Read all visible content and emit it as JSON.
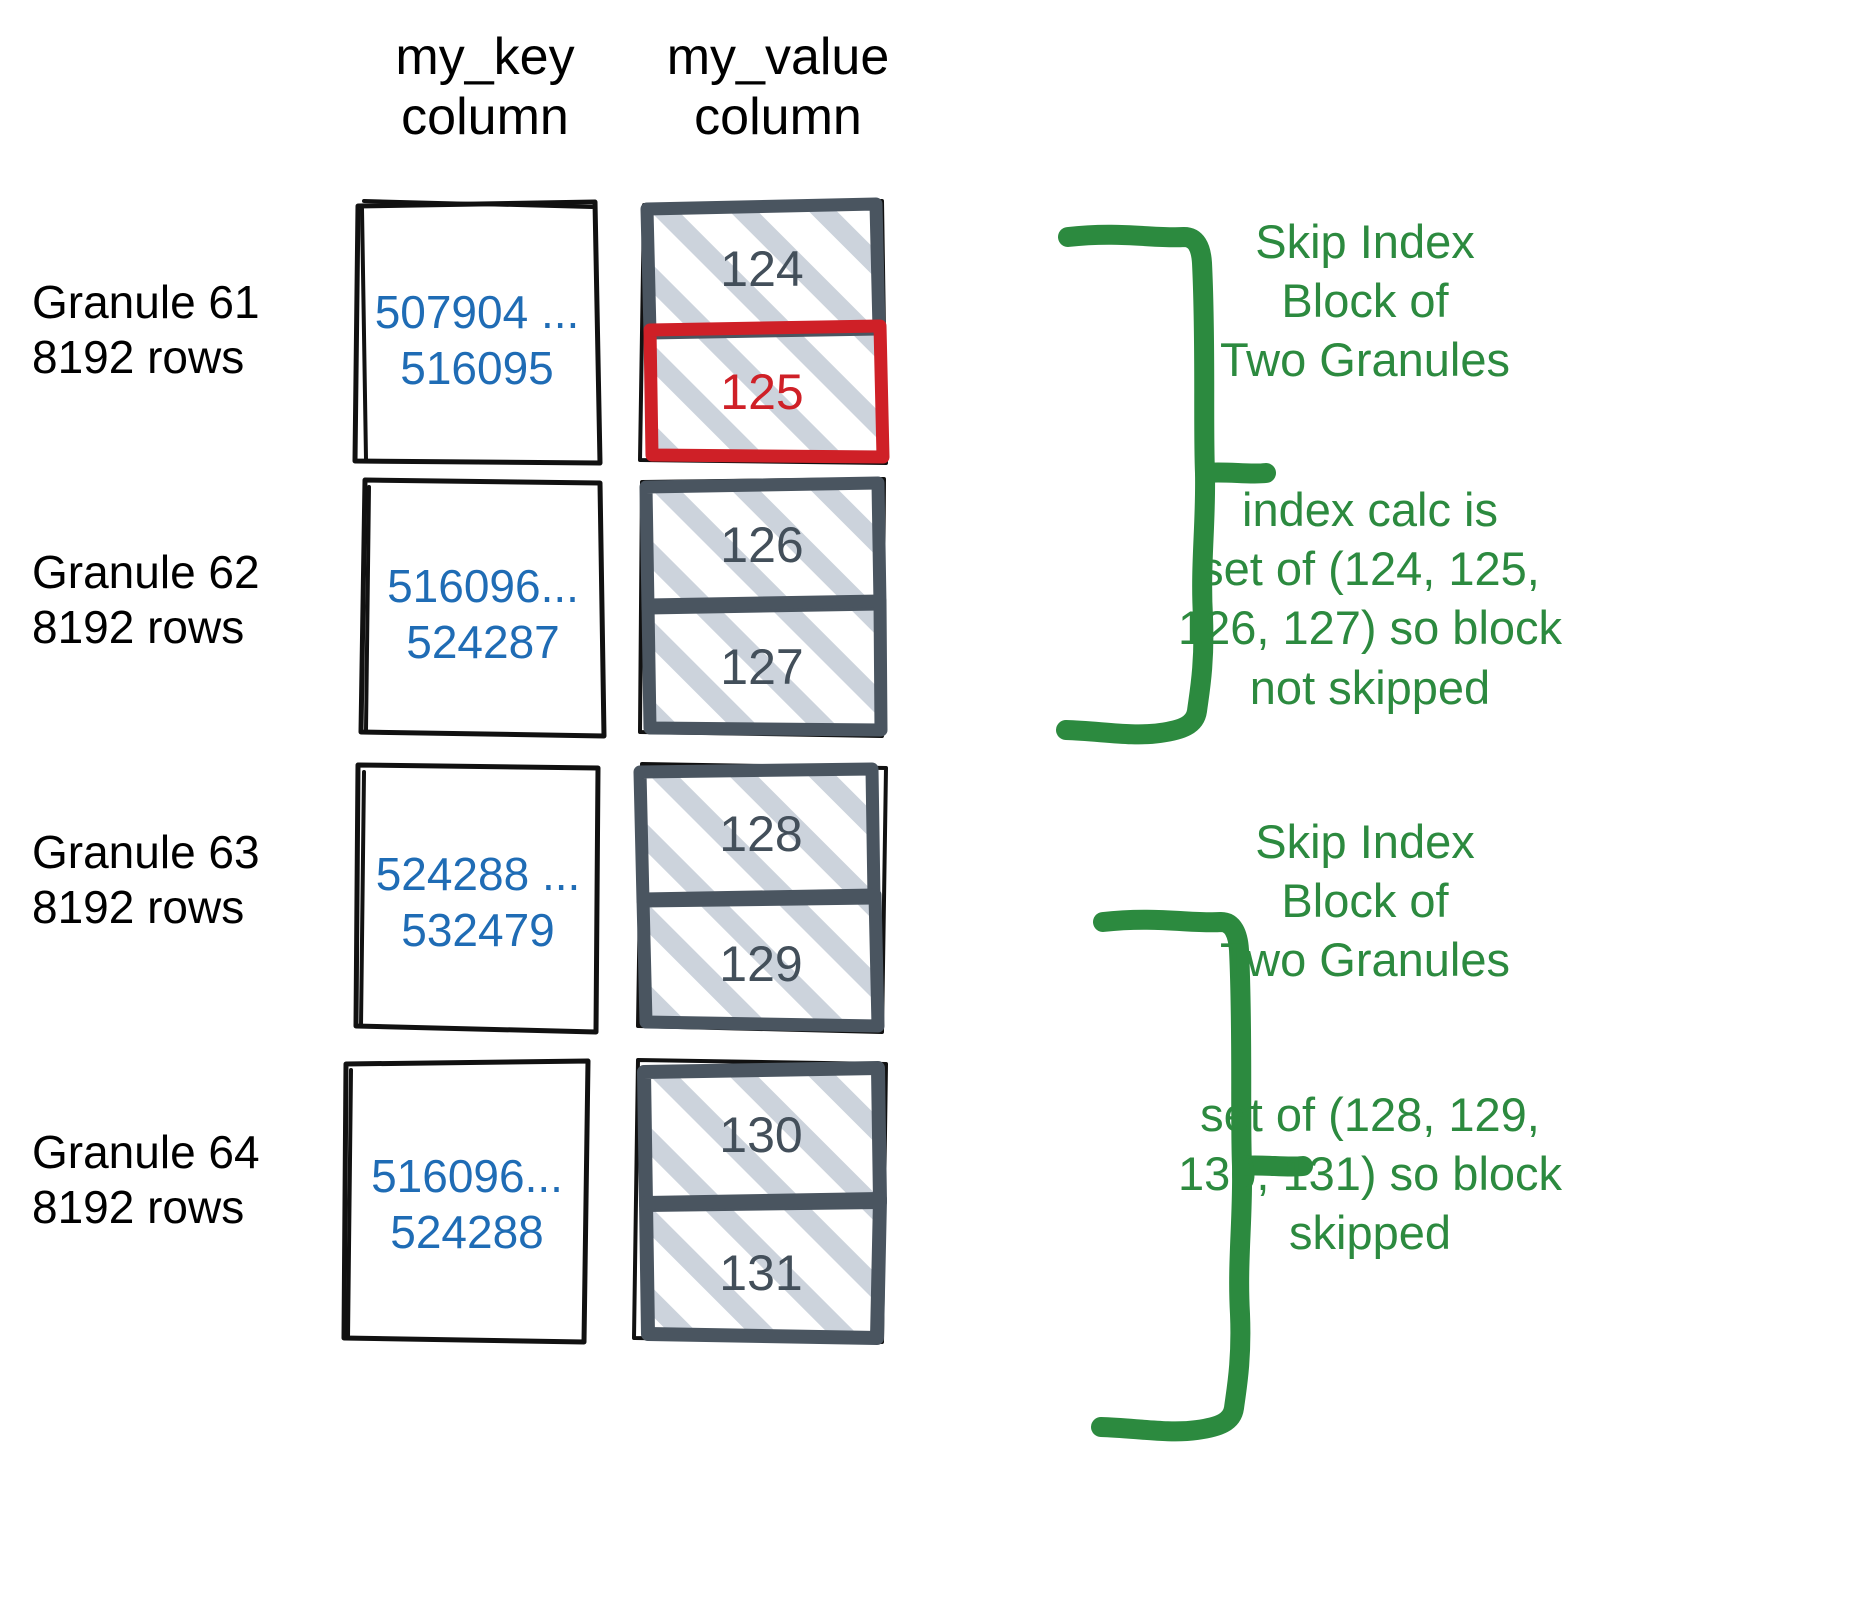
{
  "headers": {
    "key_column": "my_key\ncolumn",
    "value_column": "my_value\ncolumn"
  },
  "colors": {
    "key_value_blue": "#1f6cb5",
    "cell_slate": "#434f5a",
    "highlight_red": "#cf2027",
    "annotation_green": "#2c8a3f",
    "hatch_gray": "#ccd3dc",
    "box_outline_black": "#111111"
  },
  "granules": [
    {
      "label": "Granule 61\n8192 rows",
      "key_range": "507904 ...\n516095",
      "values": [
        {
          "text": "124",
          "highlighted": false
        },
        {
          "text": "125",
          "highlighted": true
        }
      ]
    },
    {
      "label": "Granule 62\n8192 rows",
      "key_range": "516096...\n524287",
      "values": [
        {
          "text": "126",
          "highlighted": false
        },
        {
          "text": "127",
          "highlighted": false
        }
      ]
    },
    {
      "label": "Granule 63\n8192 rows",
      "key_range": "524288 ...\n532479",
      "values": [
        {
          "text": "128",
          "highlighted": false
        },
        {
          "text": "129",
          "highlighted": false
        }
      ]
    },
    {
      "label": "Granule 64\n8192 rows",
      "key_range": "516096...\n524288",
      "values": [
        {
          "text": "130",
          "highlighted": false
        },
        {
          "text": "131",
          "highlighted": false
        }
      ]
    }
  ],
  "annotations": [
    {
      "text": "Skip Index\nBlock of\nTwo Granules"
    },
    {
      "text": "index calc is\nset of (124, 125,\n126, 127) so block\nnot skipped"
    },
    {
      "text": "Skip Index\nBlock of\nTwo Granules"
    },
    {
      "text": "set of (128, 129,\n130, 131) so block\nskipped"
    }
  ]
}
